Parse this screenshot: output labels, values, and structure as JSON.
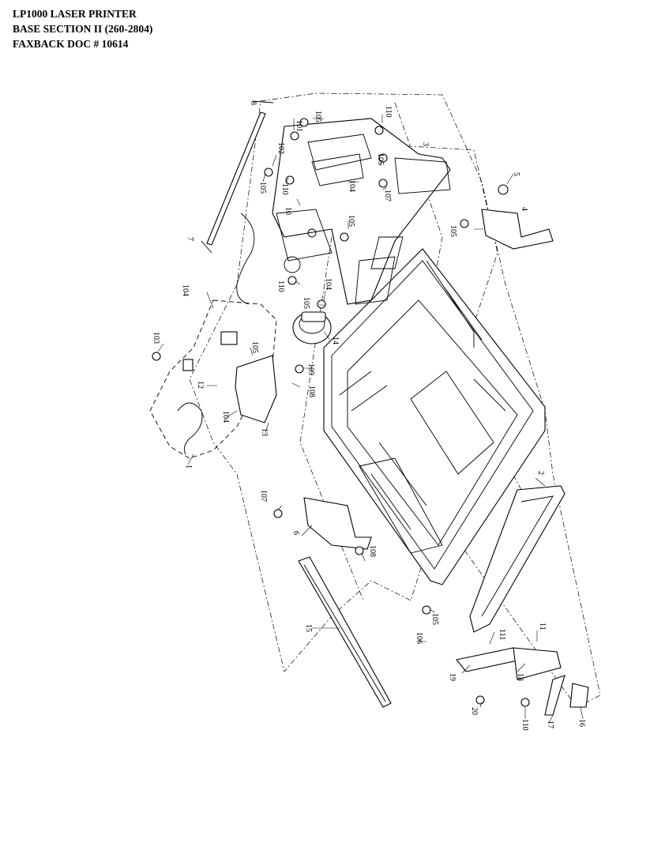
{
  "header": {
    "line1": "LP1000 LASER PRINTER",
    "line2": "BASE SECTION II  (260-2804)",
    "line3": "FAXBACK DOC # 10614"
  },
  "callouts": [
    {
      "id": "c-101",
      "text": "101"
    },
    {
      "id": "c-105a",
      "text": "105"
    },
    {
      "id": "c-110a",
      "text": "110"
    },
    {
      "id": "c-102",
      "text": "102"
    },
    {
      "id": "c-105b",
      "text": "105"
    },
    {
      "id": "c-110b",
      "text": "110"
    },
    {
      "id": "c-104a",
      "text": "104"
    },
    {
      "id": "c-105c",
      "text": "105"
    },
    {
      "id": "c-3",
      "text": "3"
    },
    {
      "id": "c-10",
      "text": "10"
    },
    {
      "id": "c-105d",
      "text": "105"
    },
    {
      "id": "c-107a",
      "text": "107"
    },
    {
      "id": "c-5",
      "text": "5"
    },
    {
      "id": "c-4",
      "text": "4"
    },
    {
      "id": "c-105e",
      "text": "105"
    },
    {
      "id": "c-8",
      "text": "8"
    },
    {
      "id": "c-7",
      "text": "7"
    },
    {
      "id": "c-110c",
      "text": "110"
    },
    {
      "id": "c-104b",
      "text": "104"
    },
    {
      "id": "c-104c",
      "text": "104"
    },
    {
      "id": "c-105f",
      "text": "105"
    },
    {
      "id": "c-14",
      "text": "14"
    },
    {
      "id": "c-103",
      "text": "103"
    },
    {
      "id": "c-105g",
      "text": "105"
    },
    {
      "id": "c-109",
      "text": "109"
    },
    {
      "id": "c-12",
      "text": "12"
    },
    {
      "id": "c-108a",
      "text": "108"
    },
    {
      "id": "c-104d",
      "text": "104"
    },
    {
      "id": "c-13",
      "text": "13"
    },
    {
      "id": "c-1",
      "text": "1"
    },
    {
      "id": "c-107b",
      "text": "107"
    },
    {
      "id": "c-6",
      "text": "6"
    },
    {
      "id": "c-108b",
      "text": "108"
    },
    {
      "id": "c-2",
      "text": "2"
    },
    {
      "id": "c-15",
      "text": "15"
    },
    {
      "id": "c-105h",
      "text": "105"
    },
    {
      "id": "c-106",
      "text": "106"
    },
    {
      "id": "c-111a",
      "text": "111"
    },
    {
      "id": "c-11",
      "text": "11"
    },
    {
      "id": "c-19",
      "text": "19"
    },
    {
      "id": "c-18",
      "text": "18"
    },
    {
      "id": "c-20",
      "text": "20"
    },
    {
      "id": "c-110d",
      "text": "110"
    },
    {
      "id": "c-17",
      "text": "17"
    },
    {
      "id": "c-16",
      "text": "16"
    }
  ]
}
